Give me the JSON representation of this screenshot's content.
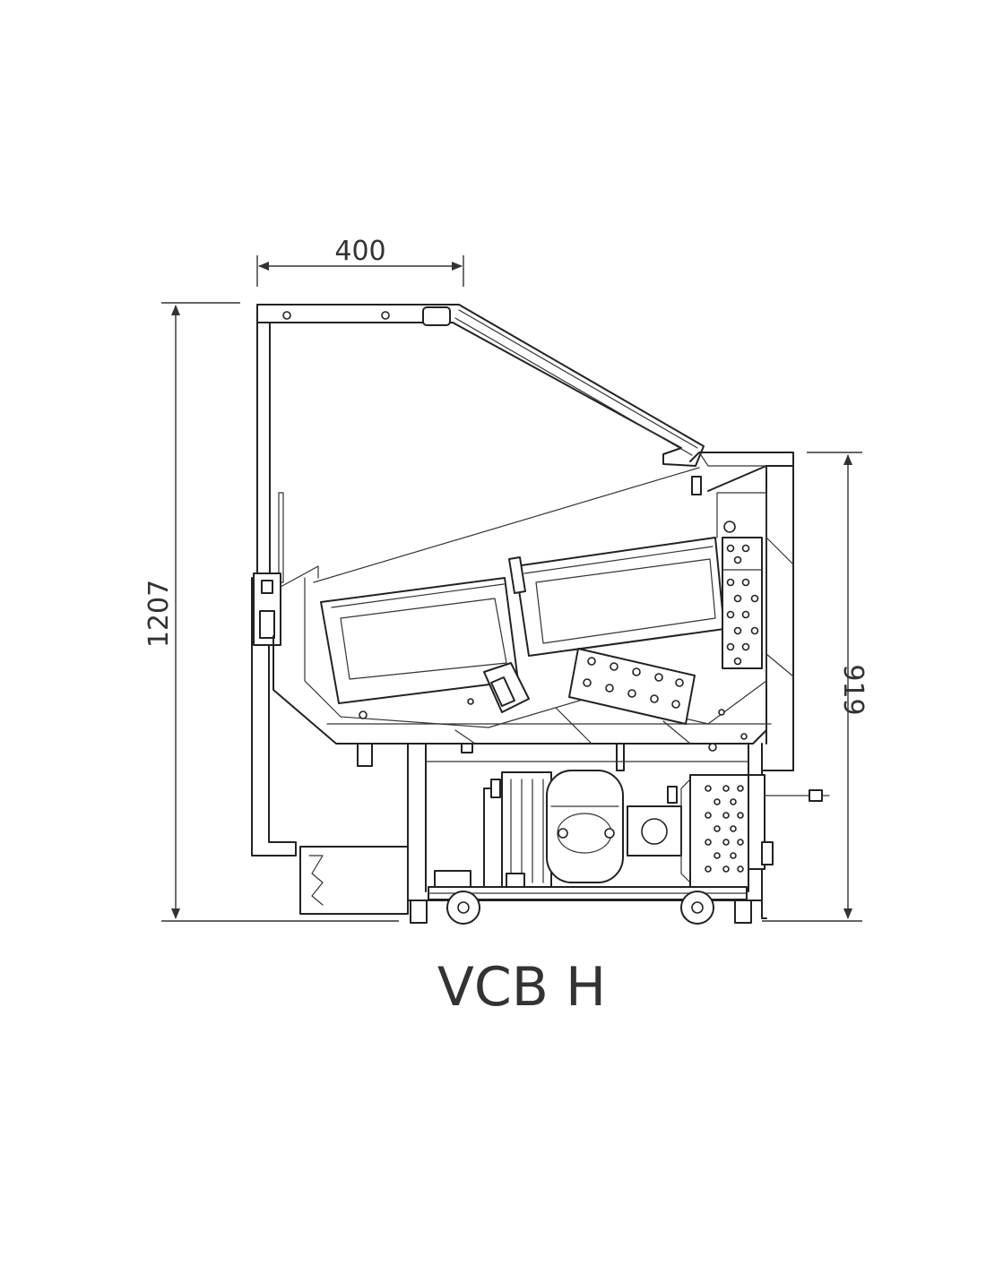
{
  "drawing": {
    "model_label": "VCB H",
    "dimensions": {
      "depth_top": "400",
      "height_total": "1207",
      "height_counter": "919"
    }
  }
}
